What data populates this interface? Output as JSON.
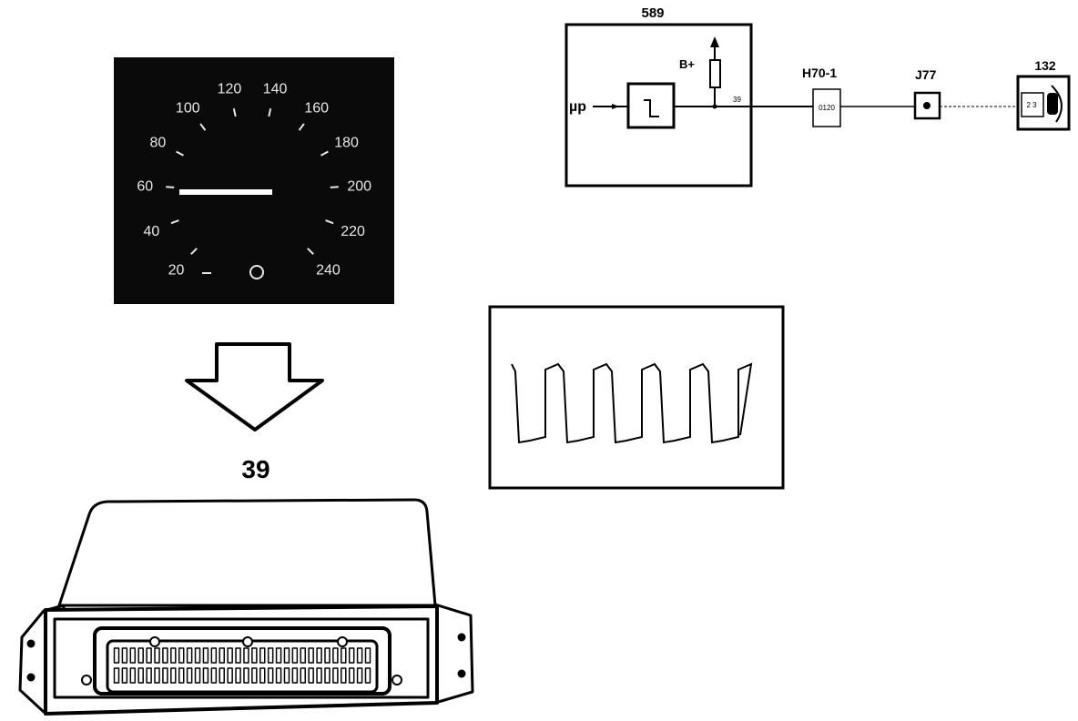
{
  "speedometer": {
    "ticks": [
      "20",
      "40",
      "60",
      "80",
      "100",
      "120",
      "140",
      "160",
      "180",
      "200",
      "220",
      "240"
    ],
    "needle_value": 60
  },
  "ecu": {
    "number": "39"
  },
  "schematic": {
    "module_label": "589",
    "input_label": "µp",
    "supply_label": "B+",
    "pin_label": "39",
    "connector_label": "H70-1",
    "connector_pins": "0120",
    "junction_label": "J77",
    "sensor_label": "132",
    "sensor_pins": "2 3"
  },
  "waveform": {
    "type": "square",
    "cycles": 5
  }
}
